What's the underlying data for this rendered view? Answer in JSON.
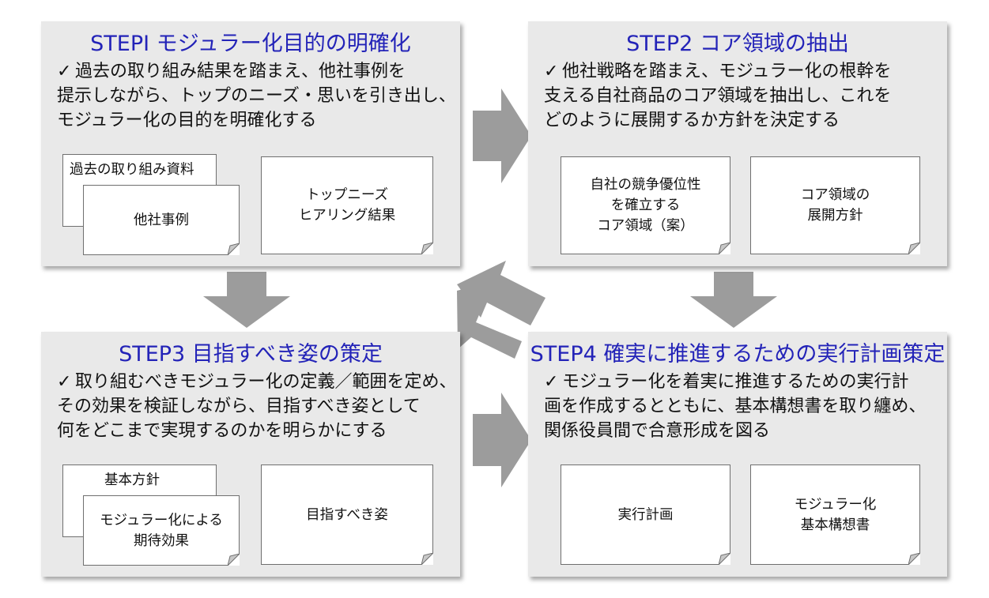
{
  "steps": [
    {
      "title": "STEPⅠ モジュラー化目的の明確化",
      "check": "✓",
      "lines": [
        "過去の取り組み結果を踏まえ、他社事例を",
        "提示しながら、トップのニーズ・思いを引き出し、",
        "モジュラー化の目的を明確化する"
      ],
      "docs": [
        [
          "過去の取り組み資料"
        ],
        [
          "他社事例"
        ],
        [
          "トップニーズ",
          "ヒアリング結果"
        ]
      ]
    },
    {
      "title": "STEP2 コア領域の抽出",
      "check": "✓",
      "lines": [
        "他社戦略を踏まえ、モジュラー化の根幹を",
        "支える自社商品のコア領域を抽出し、これを",
        "どのように展開するか方針を決定する"
      ],
      "docs": [
        [
          "自社の競争優位性",
          "を確立する",
          "コア領域（案）"
        ],
        [
          "コア領域の",
          "展開方針"
        ]
      ]
    },
    {
      "title": "STEP3 目指すべき姿の策定",
      "check": "✓",
      "lines": [
        "取り組むべきモジュラー化の定義／範囲を定め、",
        "その効果を検証しながら、目指すべき姿として",
        "何をどこまで実現するのかを明らかにする"
      ],
      "docs": [
        [
          "基本方針"
        ],
        [
          "モジュラー化による",
          "期待効果"
        ],
        [
          "目指すべき姿"
        ]
      ]
    },
    {
      "title": "STEP4 確実に推進するための実行計画策定",
      "check": "✓",
      "lines": [
        "モジュラー化を着実に推進するための実行計",
        "画を作成するとともに、基本構想書を取り纏め、",
        "関係役員間で合意形成を図る"
      ],
      "docs": [
        [
          "実行計画"
        ],
        [
          "モジュラー化",
          "基本構想書"
        ]
      ]
    }
  ],
  "colors": {
    "panel_bg": "#e9e9e9",
    "title": "#2323b8",
    "arrow": "#9c9c9c"
  }
}
